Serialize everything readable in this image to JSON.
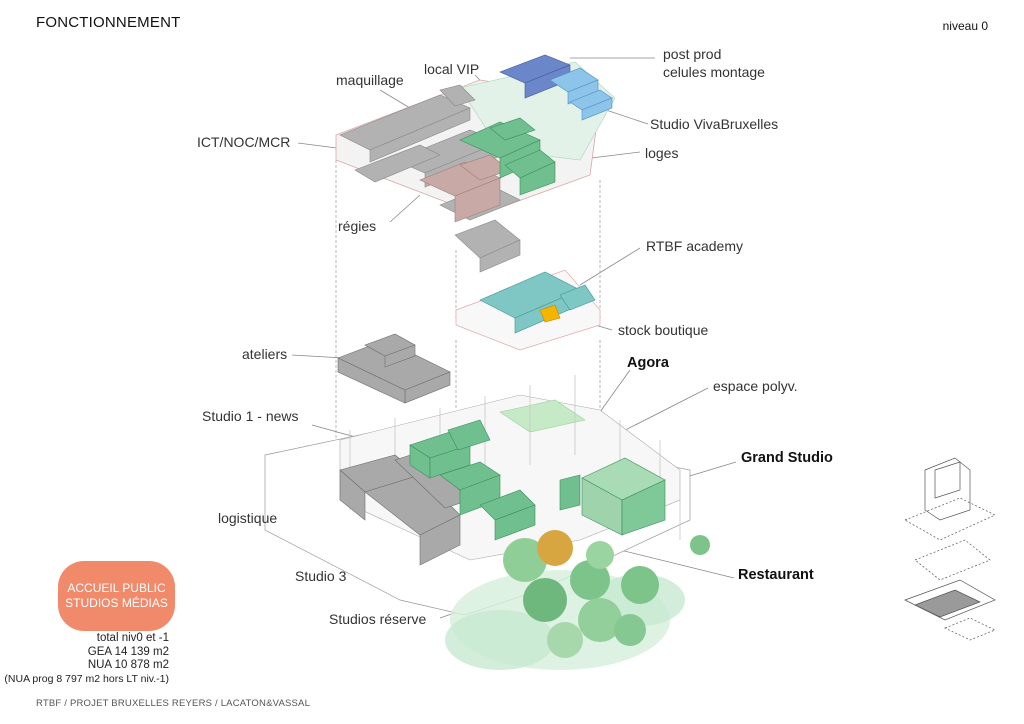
{
  "header": {
    "title": "FONCTIONNEMENT",
    "level": "niveau 0"
  },
  "labels": {
    "post_prod": "post prod",
    "celules_montage": "celules montage",
    "local_vip": "local VIP",
    "maquillage": "maquillage",
    "studio_vivabruxelles": "Studio VivaBruxelles",
    "ict": "ICT/NOC/MCR",
    "loges": "loges",
    "regies": "régies",
    "rtbf_academy": "RTBF academy",
    "stock_boutique": "stock boutique",
    "ateliers": "ateliers",
    "agora": "Agora",
    "espace_polyv": "espace polyv.",
    "studio1_news": "Studio 1 - news",
    "grand_studio": "Grand Studio",
    "logistique": "logistique",
    "restaurant": "Restaurant",
    "studio3": "Studio 3",
    "studios_reserve": "Studios réserve"
  },
  "badge": {
    "line1": "ACCUEIL PUBLIC",
    "line2": "STUDIOS MÉDIAS"
  },
  "stats": {
    "line1": "total niv0 et -1",
    "line2": "GEA 14 139 m2",
    "line3": "NUA 10 878 m2",
    "line4": "(NUA prog 8 797 m2 hors LT niv.-1)"
  },
  "footer": "RTBF / PROJET BRUXELLES REYERS / LACATON&VASSAL",
  "colors": {
    "grey_block": "#a9a9a9",
    "green_block": "#6fc08e",
    "teal_block": "#7fc7c4",
    "blue_block": "#6b86c9",
    "light_blue_block": "#8cc4ea",
    "pink_block": "#c9a9a6",
    "orange_block": "#f5b400",
    "badge": "#f08a6a",
    "tree_green": "#7cc48a"
  }
}
